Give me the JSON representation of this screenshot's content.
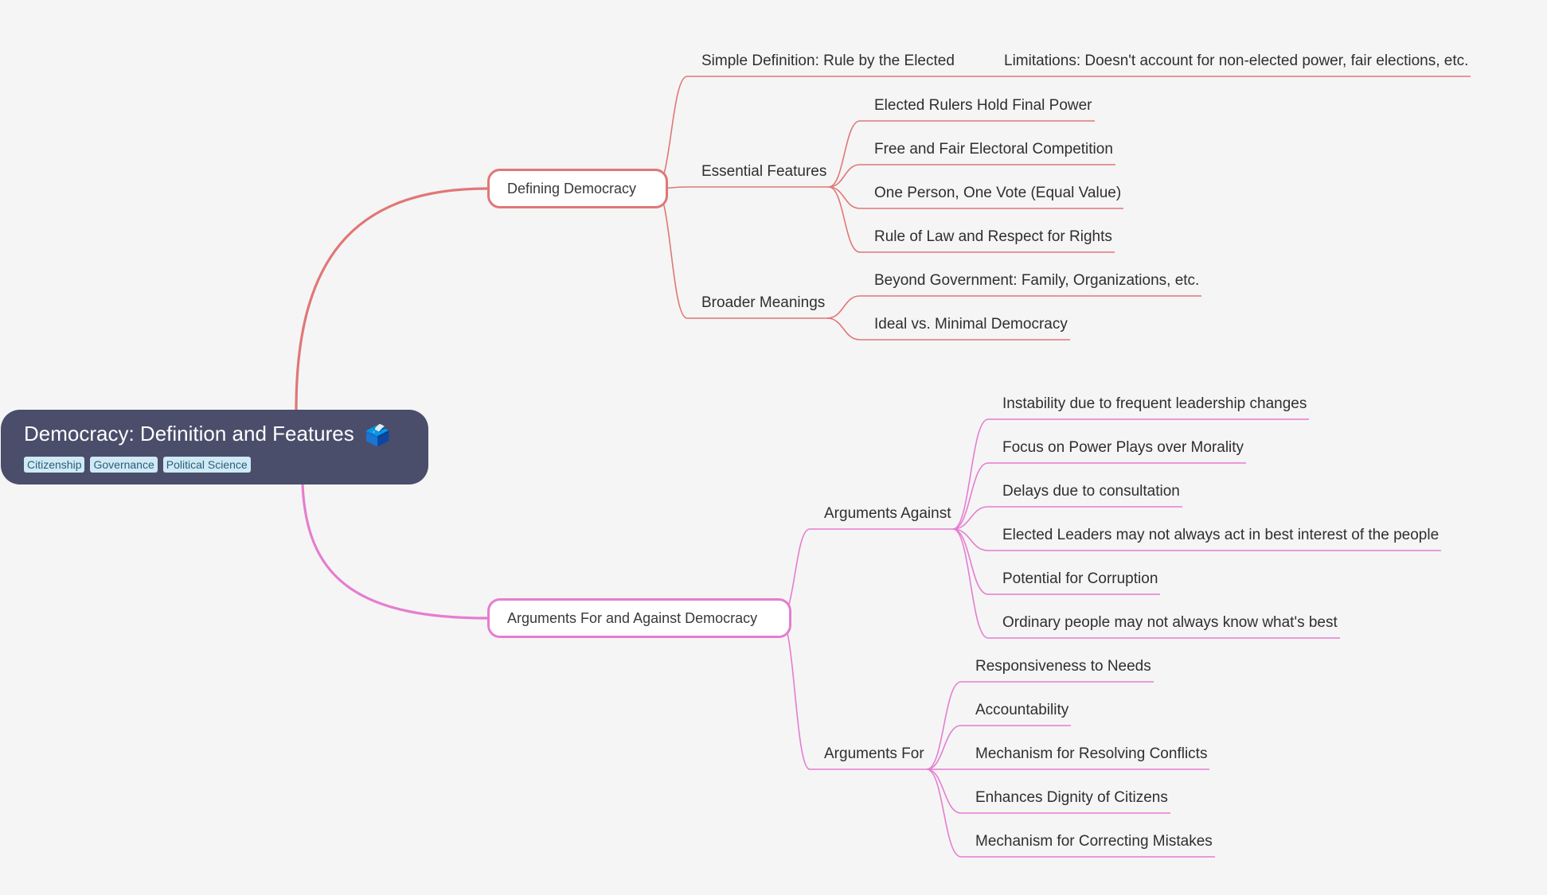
{
  "root": {
    "title": "Democracy: Definition and Features",
    "emoji": "🗳️",
    "tags": [
      "Citizenship",
      "Governance",
      "Political Science"
    ]
  },
  "colors": {
    "background": "#f5f5f5",
    "root_fill": "#4a4e6b",
    "branch1": "#e07777",
    "branch2": "#e57dd0"
  },
  "branch1": {
    "label": "Defining Democracy",
    "simple": {
      "label": "Simple Definition: Rule by the Elected",
      "children": [
        "Limitations: Doesn't account for non-elected power, fair elections, etc."
      ]
    },
    "essential": {
      "label": "Essential Features",
      "children": [
        "Elected Rulers Hold Final Power",
        "Free and Fair Electoral Competition",
        "One Person, One Vote (Equal Value)",
        "Rule of Law and Respect for Rights"
      ]
    },
    "broader": {
      "label": "Broader Meanings",
      "children": [
        "Beyond Government: Family, Organizations, etc.",
        "Ideal vs. Minimal Democracy"
      ]
    }
  },
  "branch2": {
    "label": "Arguments For and Against Democracy",
    "against": {
      "label": "Arguments Against",
      "children": [
        "Instability due to frequent leadership changes",
        "Focus on Power Plays over Morality",
        "Delays due to consultation",
        "Elected Leaders may not always act in best interest of the people",
        "Potential for Corruption",
        "Ordinary people may not always know what's best"
      ]
    },
    "for": {
      "label": "Arguments For",
      "children": [
        "Responsiveness to Needs",
        "Accountability",
        "Mechanism for Resolving Conflicts",
        "Enhances Dignity of Citizens",
        "Mechanism for Correcting Mistakes"
      ]
    }
  }
}
